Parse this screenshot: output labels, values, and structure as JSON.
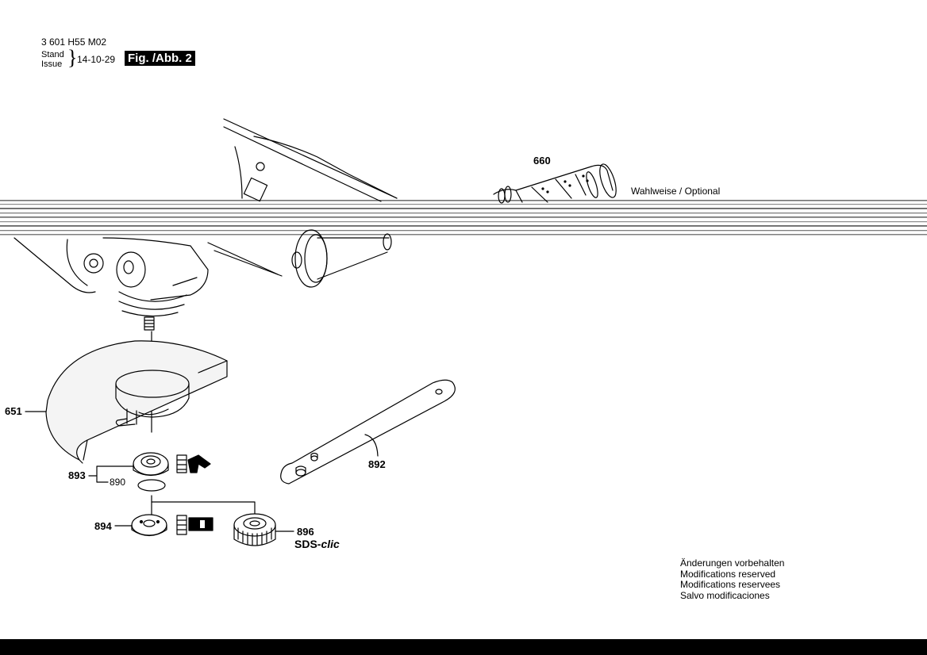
{
  "header": {
    "part_number": "3 601 H55 M02",
    "stand_label": "Stand",
    "issue_label": "Issue",
    "date": "14-10-29",
    "figure_label": "Fig. /Abb. 2"
  },
  "labels": {
    "p660": "660",
    "optional": "Wahlweise / Optional",
    "p651": "651",
    "p892": "892",
    "p893": "893",
    "p890": "890",
    "p894": "894",
    "p896": "896",
    "sds_prefix": "SDS-",
    "sds_clic": "clic"
  },
  "notes": [
    "Änderungen vorbehalten",
    "Modifications reserved",
    "Modifications reservees",
    "Salvo modificaciones"
  ],
  "colors": {
    "line": "#000000",
    "background": "#ffffff",
    "fill_light": "#f4f4f4"
  }
}
